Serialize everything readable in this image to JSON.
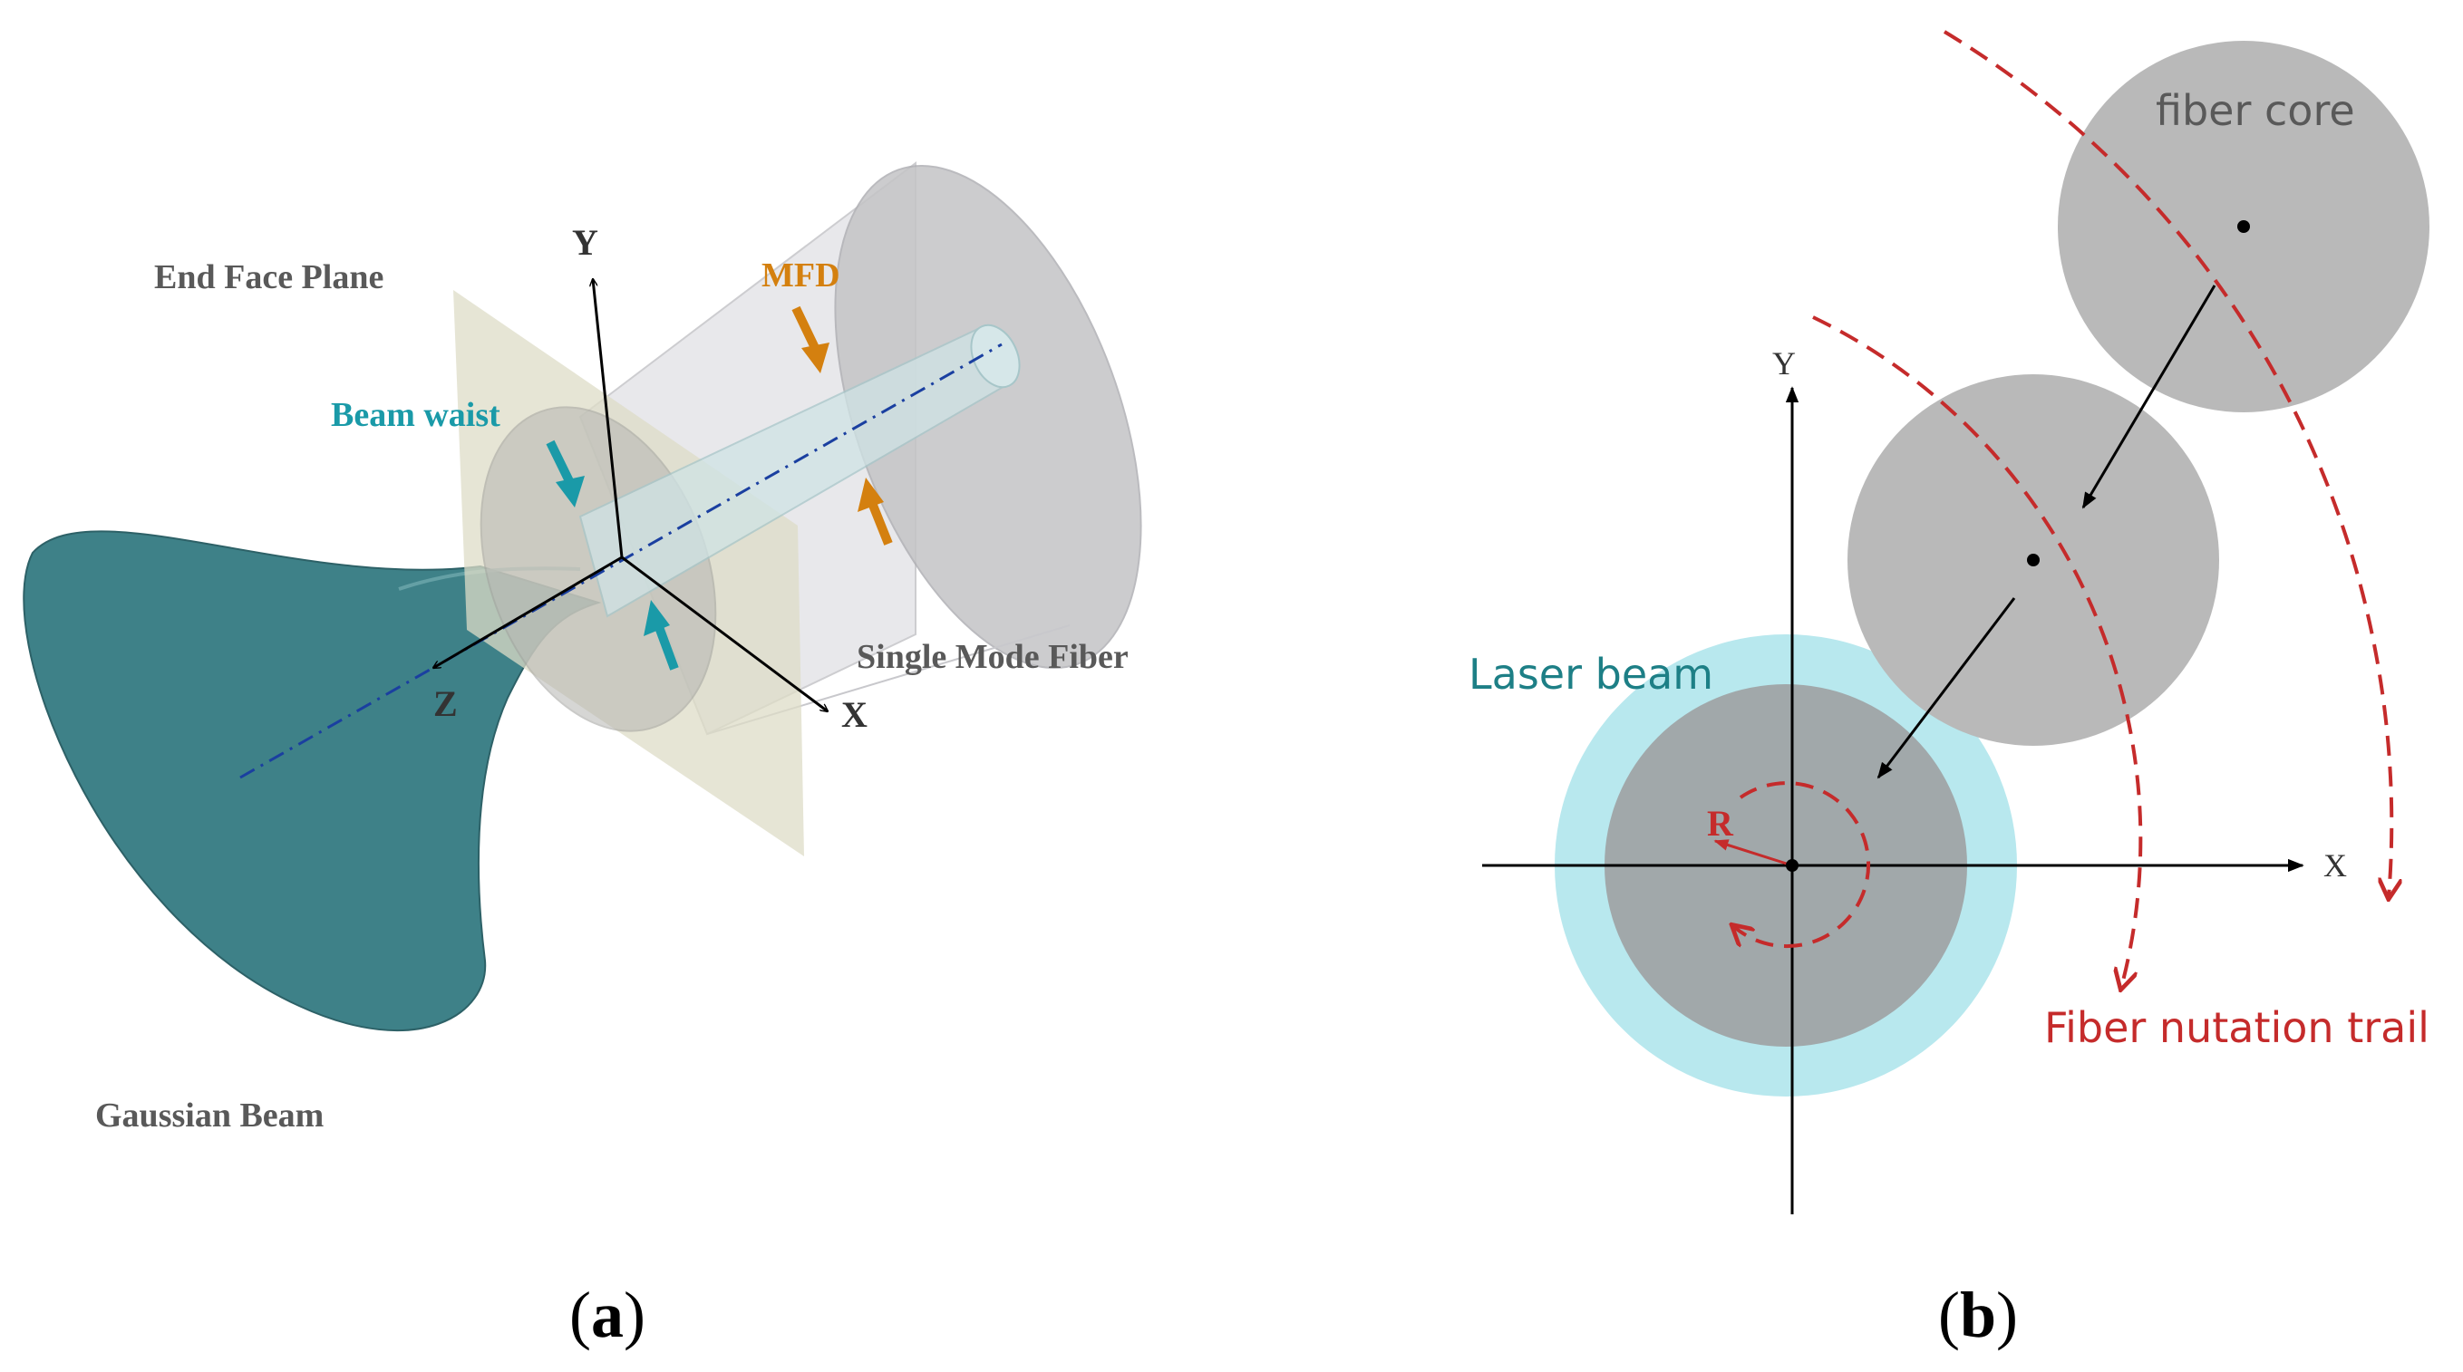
{
  "panel_a": {
    "caption_open": "(",
    "caption_letter": "a",
    "caption_close": ")",
    "labels": {
      "end_face_plane": "End Face Plane",
      "mfd": "MFD",
      "beam_waist": "Beam waist",
      "single_mode_fiber": "Single Mode Fiber",
      "gaussian_beam": "Gaussian Beam",
      "axis_y": "Y",
      "axis_z": "Z",
      "axis_x": "X"
    }
  },
  "panel_b": {
    "caption_open": "(",
    "caption_letter": "b",
    "caption_close": ")",
    "labels": {
      "fiber_core": "fiber core",
      "laser_beam": "Laser beam",
      "fiber_nutation_trail": "Fiber nutation trail",
      "radius": "R",
      "axis_y": "Y",
      "axis_x": "X"
    }
  },
  "colors": {
    "gaussian_beam": "#3e8188",
    "beam_waist_label": "#1a9aa8",
    "mfd_label": "#d4800f",
    "end_face_plane": "#e1e0cd",
    "fiber_cylinder": "#dcdcdf",
    "fiber_core_fill": "#b9b9b9",
    "optical_axis": "#1a3fa0",
    "laser_beam_halo": "#b8e8ee",
    "laser_beam_core": "#a1a8aa",
    "laser_beam_label": "#1d7f86",
    "nutation_trail": "#c52b2b",
    "label_gray": "#595959"
  }
}
